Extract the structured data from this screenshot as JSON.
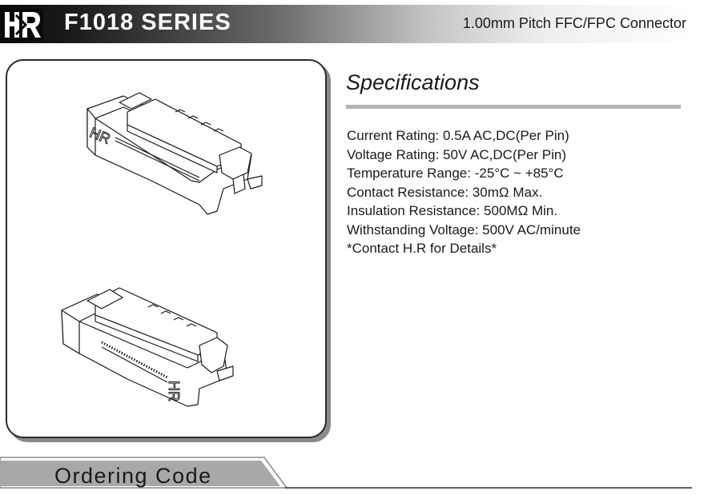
{
  "header": {
    "series_title": "F1018 SERIES",
    "subtitle": "1.00mm Pitch FFC/FPC Connector"
  },
  "logo": {
    "text": "HR"
  },
  "product_images": {
    "top_marking": "HR",
    "bottom_marking": "HR"
  },
  "specifications": {
    "heading": "Specifications",
    "items": [
      "Current Rating: 0.5A AC,DC(Per Pin)",
      "Voltage Rating: 50V AC,DC(Per Pin)",
      "Temperature Range: -25°C ~ +85°C",
      "Contact Resistance: 30mΩ Max.",
      "Insulation Resistance: 500MΩ Min.",
      "Withstanding Voltage: 500V AC/minute",
      "*Contact H.R for Details*"
    ]
  },
  "ordering": {
    "label": "Ordering Code"
  },
  "colors": {
    "rule_gray": "#b3b3b3",
    "tab_gray": "#a8a8a8",
    "text": "#1a1a1a"
  }
}
